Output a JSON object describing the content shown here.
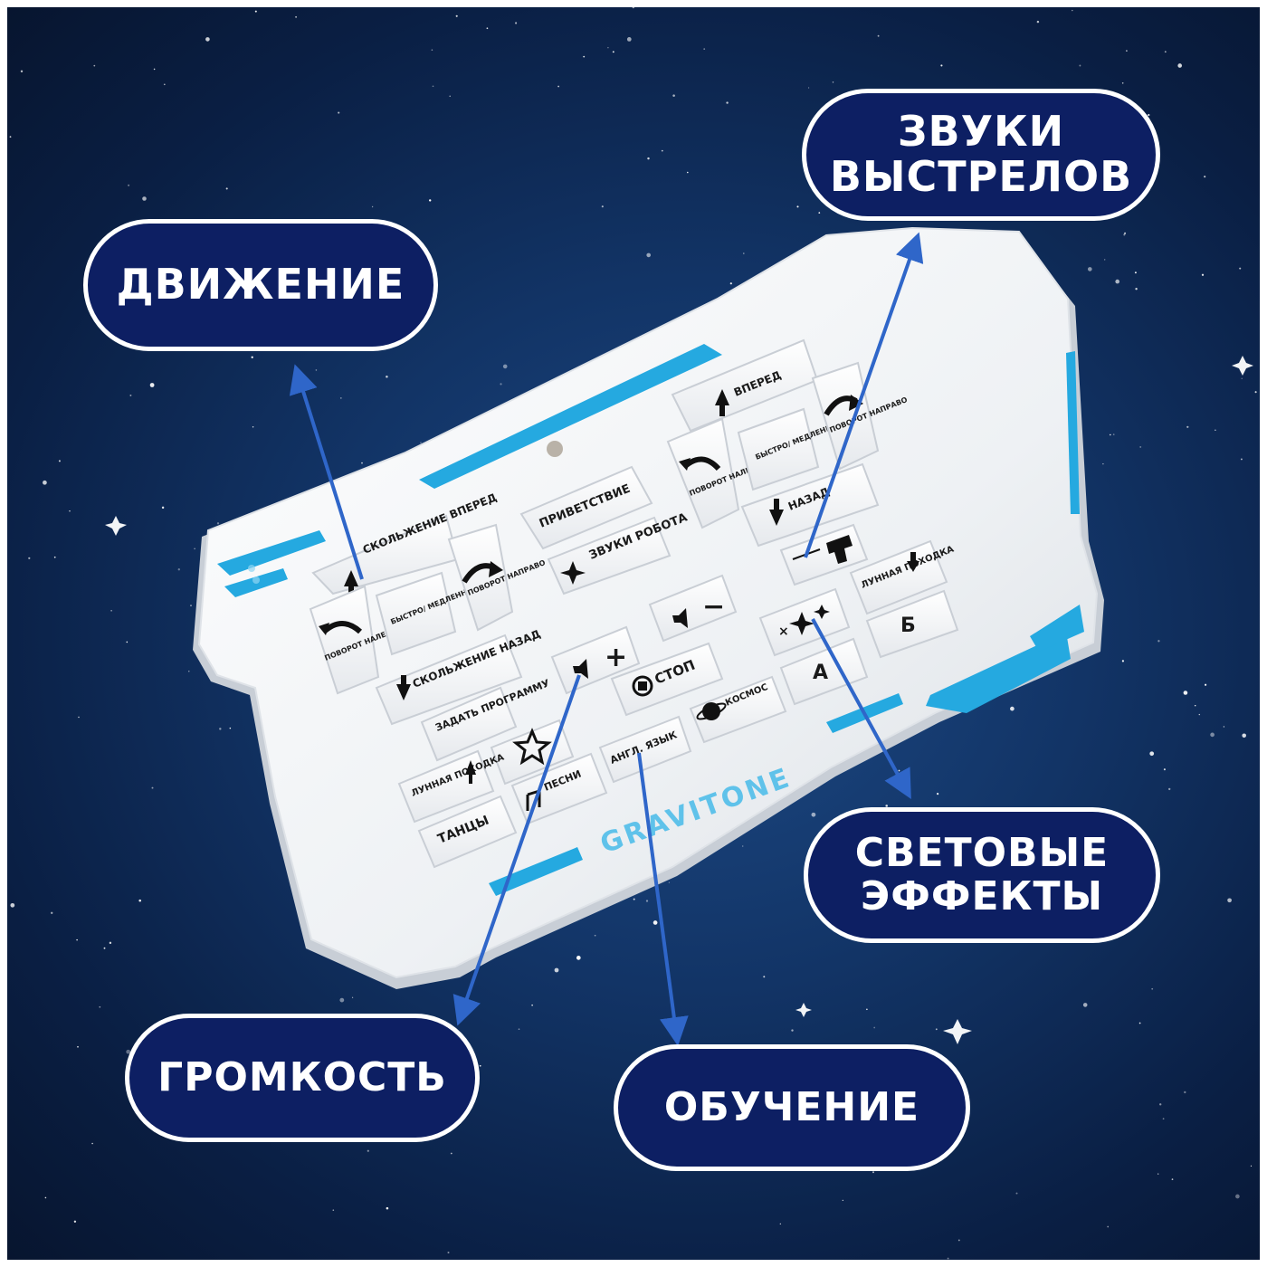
{
  "labels": {
    "movement": "ДВИЖЕНИЕ",
    "shot_sounds": [
      "ЗВУКИ",
      "ВЫСТРЕЛОВ"
    ],
    "light_effects": [
      "СВЕТОВЫЕ",
      "ЭФФЕКТЫ"
    ],
    "volume": "ГРОМКОСТЬ",
    "learning": "ОБУЧЕНИЕ"
  },
  "remote": {
    "brand": "GRAVITONE",
    "left_pad": {
      "slide_forward": "СКОЛЬЖЕНИЕ ВПЕРЕД",
      "turn_left": "ПОВОРОТ НАЛЕВО",
      "fast_slow": "БЫСТРО/ МЕДЛЕННО",
      "turn_right": "ПОВОРОТ НАПРАВО",
      "slide_back": "СКОЛЬЖЕНИЕ НАЗАД"
    },
    "center": {
      "greeting": "ПРИВЕТСТВИЕ",
      "robot_sounds": "ЗВУКИ РОБОТА",
      "volume_up": "+",
      "volume_down": "−",
      "stop": "СТОП",
      "set_program": "ЗАДАТЬ ПРОГРАММУ",
      "engl_language": "АНГЛ. ЯЗЫК",
      "cosmos": "КОСМОС",
      "songs": "ПЕСНИ",
      "moonwalk": "ЛУННАЯ ПОХОДКА",
      "dances": "ТАНЦЫ"
    },
    "right_pad": {
      "forward": "ВПЕРЕД",
      "turn_left": "ПОВОРОТ НАЛЕВО",
      "fast_slow": "БЫСТРО/ МЕДЛЕННО",
      "turn_right": "ПОВОРОТ НАПРАВО",
      "back": "НАЗАД",
      "moonwalk": "ЛУННАЯ ПОХОДКА",
      "button_b": "Б",
      "button_a": "А"
    }
  },
  "colors": {
    "pill_background": "#0d1f63",
    "accent_cyan": "#25a9e0",
    "arrow_blue": "#2f66c9",
    "space_background": "#123466"
  }
}
